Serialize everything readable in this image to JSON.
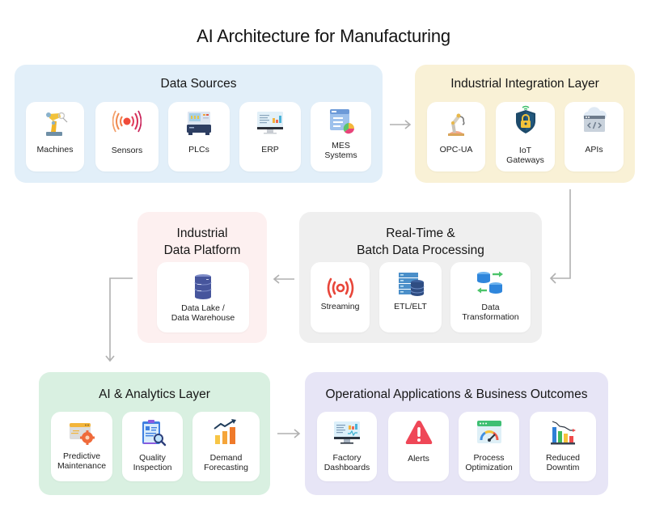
{
  "title": "AI Architecture for Manufacturing",
  "layers": {
    "data_sources": {
      "title": "Data Sources",
      "items": [
        {
          "label": "Machines",
          "icon": "robot-arm-icon"
        },
        {
          "label": "Sensors",
          "icon": "sensor-signal-icon"
        },
        {
          "label": "PLCs",
          "icon": "plc-controller-icon"
        },
        {
          "label": "ERP",
          "icon": "erp-monitor-icon"
        },
        {
          "label": "MES\nSystems",
          "icon": "mes-report-icon"
        }
      ]
    },
    "integration": {
      "title": "Industrial Integration Layer",
      "items": [
        {
          "label": "OPC-UA",
          "icon": "industrial-robot-icon"
        },
        {
          "label": "IoT\nGateways",
          "icon": "shield-lock-icon"
        },
        {
          "label": "APIs",
          "icon": "api-code-icon"
        }
      ]
    },
    "processing": {
      "title": "Real-Time &\nBatch Data Processing",
      "items": [
        {
          "label": "Streaming",
          "icon": "streaming-broadcast-icon"
        },
        {
          "label": "ETL/ELT",
          "icon": "etl-server-database-icon"
        },
        {
          "label": "Data\nTransformation",
          "icon": "database-transform-icon"
        }
      ]
    },
    "platform": {
      "title": "Industrial\nData Platform",
      "items": [
        {
          "label": "Data Lake /\nData Warehouse",
          "icon": "data-lake-cylinder-icon"
        }
      ]
    },
    "analytics": {
      "title": "AI & Analytics Layer",
      "items": [
        {
          "label": "Predictive\nMaintenance",
          "icon": "predictive-gear-icon"
        },
        {
          "label": "Quality\nInspection",
          "icon": "clipboard-magnifier-icon"
        },
        {
          "label": "Demand\nForecasting",
          "icon": "trend-bar-chart-icon"
        }
      ]
    },
    "operations": {
      "title": "Operational Applications & Business Outcomes",
      "items": [
        {
          "label": "Factory\nDashboards",
          "icon": "dashboard-monitor-icon"
        },
        {
          "label": "Alerts",
          "icon": "alert-triangle-icon"
        },
        {
          "label": "Process\nOptimization",
          "icon": "gauge-optimization-icon"
        },
        {
          "label": "Reduced\nDowntim",
          "icon": "declining-bar-chart-icon"
        }
      ]
    }
  },
  "colors": {
    "data_sources_bg": "#e2eff9",
    "integration_bg": "#f9f1d6",
    "processing_bg": "#efefef",
    "platform_bg": "#fdf0f0",
    "analytics_bg": "#d9f0e1",
    "operations_bg": "#e7e5f6",
    "connector": "#b0b0b0"
  }
}
